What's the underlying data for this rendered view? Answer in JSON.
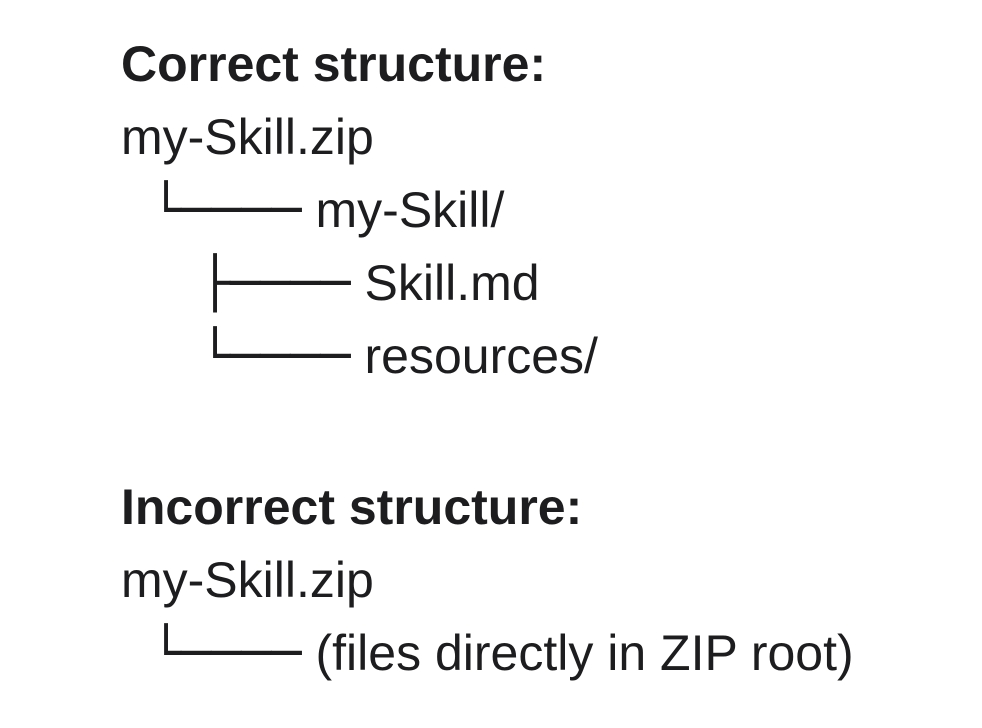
{
  "page": {
    "background_color": "#ffffff",
    "text_color": "#1d1d1f"
  },
  "sections": [
    {
      "heading": "Correct structure:",
      "zip_name": "my-Skill.zip",
      "tree": [
        {
          "connector": "└────",
          "label": "my-Skill/",
          "level": 1
        },
        {
          "connector": "├────",
          "label": "Skill.md",
          "level": 2
        },
        {
          "connector": "└────",
          "label": "resources/",
          "level": 2
        }
      ]
    },
    {
      "heading": "Incorrect structure:",
      "zip_name": "my-Skill.zip",
      "tree": [
        {
          "connector": "└────",
          "label": "(files directly in ZIP root)",
          "level": 1
        }
      ]
    }
  ]
}
